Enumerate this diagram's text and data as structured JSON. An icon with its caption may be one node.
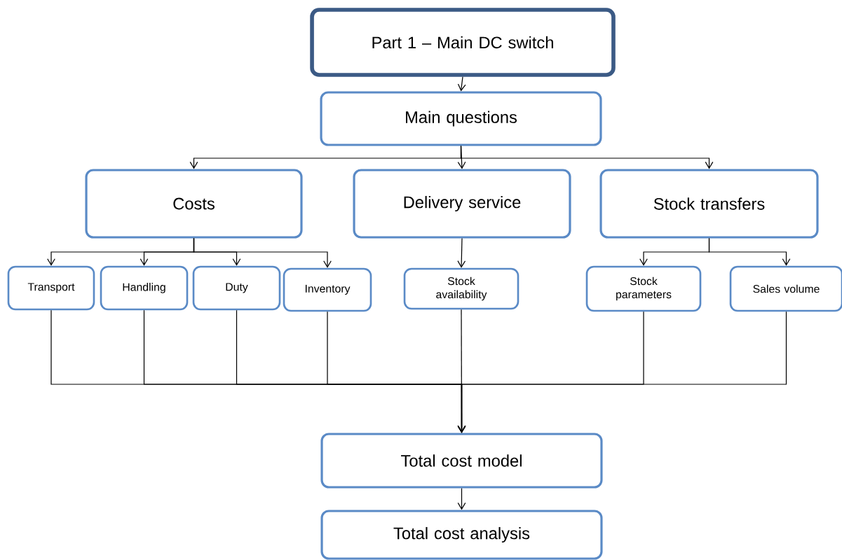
{
  "diagram": {
    "nodes": [
      {
        "text": [
          "Part 1 – Main DC switch"
        ]
      },
      {
        "text": [
          "Main questions"
        ]
      },
      {
        "text": [
          "Costs"
        ]
      },
      {
        "text": [
          "Delivery service"
        ]
      },
      {
        "text": [
          "Stock transfers"
        ]
      },
      {
        "text": [
          "Transport"
        ]
      },
      {
        "text": [
          "Handling"
        ]
      },
      {
        "text": [
          "Duty"
        ]
      },
      {
        "text": [
          "Inventory"
        ]
      },
      {
        "text": [
          "Stock availability"
        ]
      },
      {
        "text": [
          "Stock parameters"
        ]
      },
      {
        "text": [
          "Sales volume"
        ]
      },
      {
        "text": [
          "Total cost model"
        ]
      },
      {
        "text": [
          "Total cost analysis"
        ]
      }
    ],
    "edges": [
      {
        "from": 0,
        "to": 1,
        "arrow": "to"
      },
      {
        "from": 1,
        "to": 2,
        "arrow": "to"
      },
      {
        "from": 1,
        "to": 3,
        "arrow": "to"
      },
      {
        "from": 1,
        "to": 4,
        "arrow": "to"
      },
      {
        "from": 2,
        "to": 5,
        "arrow": "to"
      },
      {
        "from": 2,
        "to": 6,
        "arrow": "to"
      },
      {
        "from": 2,
        "to": 7,
        "arrow": "to"
      },
      {
        "from": 2,
        "to": 8,
        "arrow": "to"
      },
      {
        "from": 3,
        "to": 9,
        "arrow": "to"
      },
      {
        "from": 4,
        "to": 10,
        "arrow": "to"
      },
      {
        "from": 4,
        "to": 11,
        "arrow": "to"
      },
      {
        "from": 5,
        "to": 12,
        "arrow": "to"
      },
      {
        "from": 6,
        "to": 12,
        "arrow": "to"
      },
      {
        "from": 7,
        "to": 12,
        "arrow": "to"
      },
      {
        "from": 8,
        "to": 12,
        "arrow": "to"
      },
      {
        "from": 9,
        "to": 12,
        "arrow": "to"
      },
      {
        "from": 10,
        "to": 12,
        "arrow": "to"
      },
      {
        "from": 11,
        "to": 12,
        "arrow": "to"
      },
      {
        "from": 12,
        "to": 13,
        "arrow": "to"
      }
    ]
  }
}
